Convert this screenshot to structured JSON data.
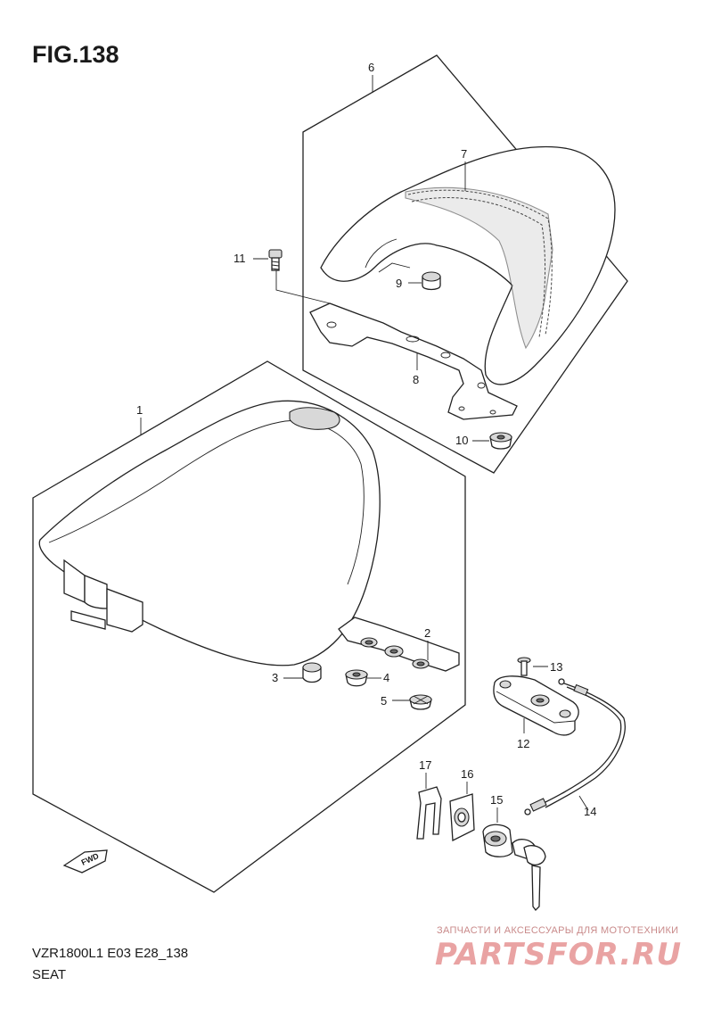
{
  "figure": {
    "title": "FIG.138",
    "model_code": "VZR1800L1 E03 E28_138",
    "section_name": "SEAT"
  },
  "callouts": [
    {
      "id": "1",
      "label": "1"
    },
    {
      "id": "2",
      "label": "2"
    },
    {
      "id": "3",
      "label": "3"
    },
    {
      "id": "4",
      "label": "4"
    },
    {
      "id": "5",
      "label": "5"
    },
    {
      "id": "6",
      "label": "6"
    },
    {
      "id": "7",
      "label": "7"
    },
    {
      "id": "8",
      "label": "8"
    },
    {
      "id": "9",
      "label": "9"
    },
    {
      "id": "10",
      "label": "10"
    },
    {
      "id": "11",
      "label": "11"
    },
    {
      "id": "12",
      "label": "12"
    },
    {
      "id": "13",
      "label": "13"
    },
    {
      "id": "14",
      "label": "14"
    },
    {
      "id": "15",
      "label": "15"
    },
    {
      "id": "16",
      "label": "16"
    },
    {
      "id": "17",
      "label": "17"
    }
  ],
  "direction_marker": {
    "label": "FWD"
  },
  "watermark": {
    "tagline": "ЗАПЧАСТИ И АКСЕССУАРЫ ДЛЯ МОТОТЕХНИКИ",
    "logo": "PARTSFOR.RU"
  }
}
